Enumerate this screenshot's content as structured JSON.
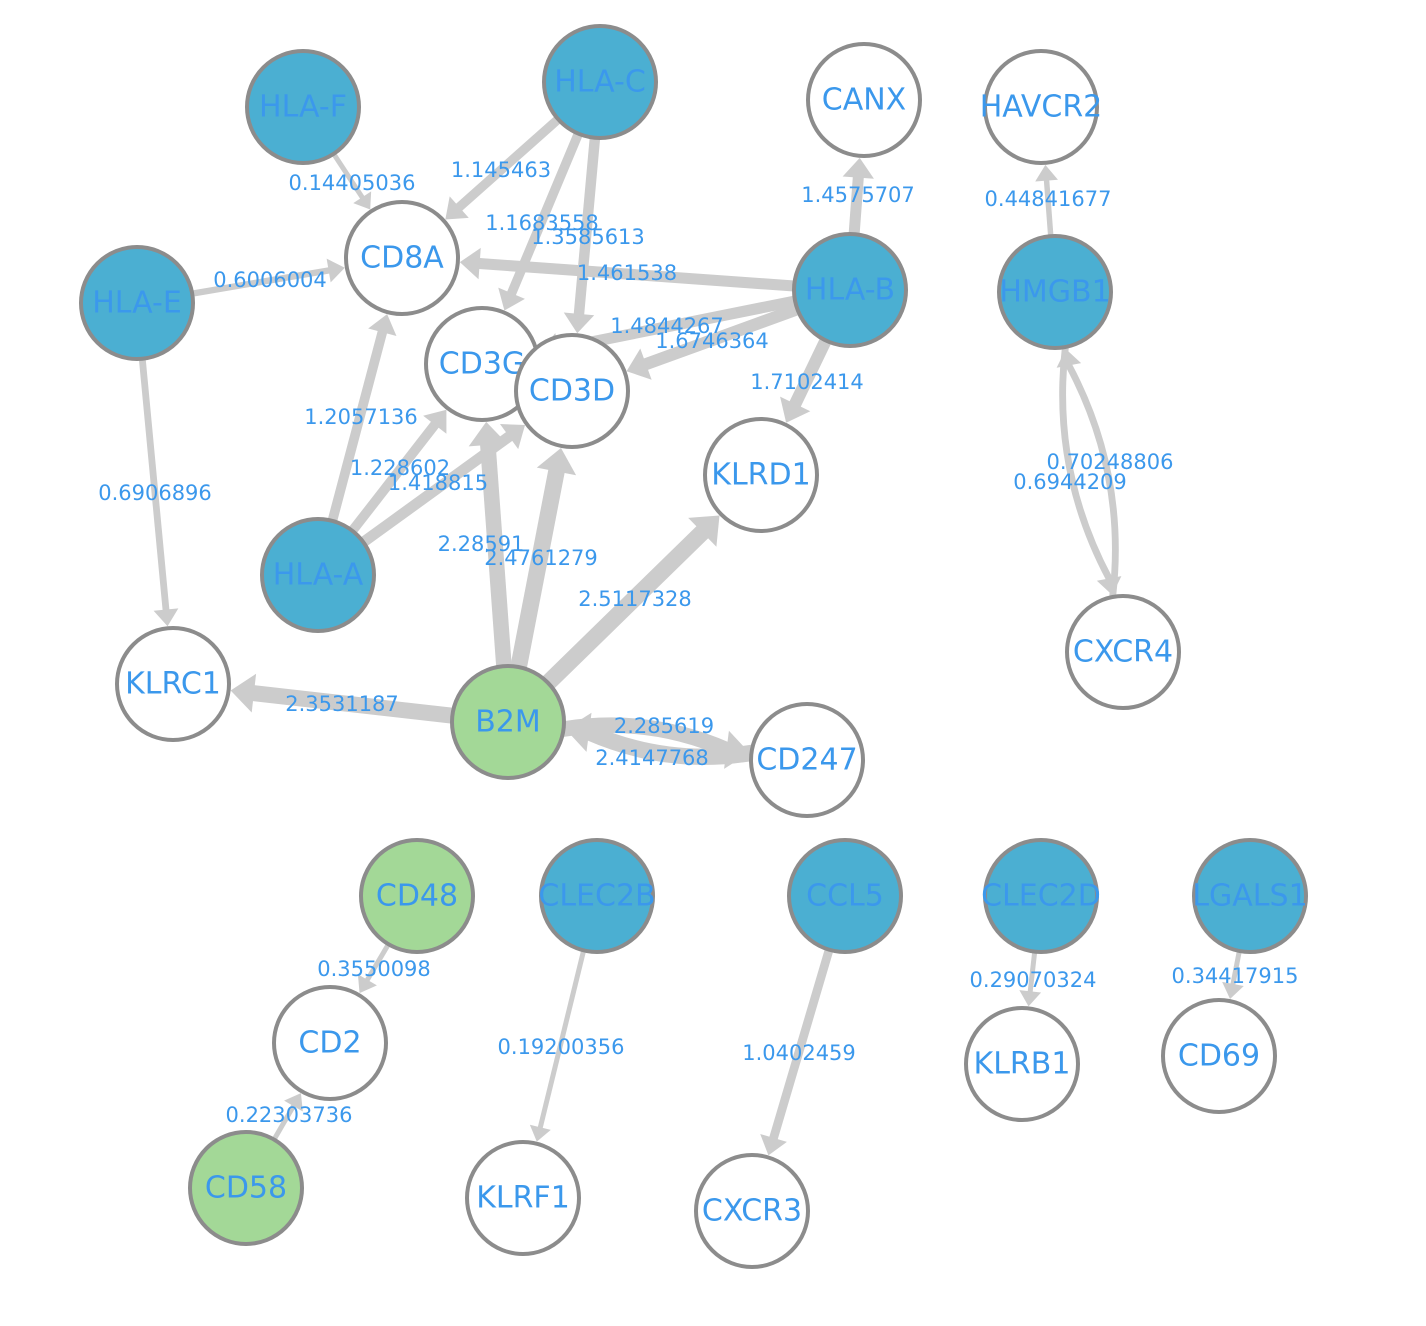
{
  "colors": {
    "source_node": "#4bafd2",
    "ligand_node": "#a3d897",
    "target_node": "#ffffff",
    "node_border": "#8c8c8c",
    "edge": "#cccccc",
    "label": "#3b98ec"
  },
  "nodes": [
    {
      "id": "HLA-F",
      "label": "HLA-F",
      "type": "source"
    },
    {
      "id": "HLA-C",
      "label": "HLA-C",
      "type": "source"
    },
    {
      "id": "CANX",
      "label": "CANX",
      "type": "target"
    },
    {
      "id": "HAVCR2",
      "label": "HAVCR2",
      "type": "target"
    },
    {
      "id": "CD8A",
      "label": "CD8A",
      "type": "target"
    },
    {
      "id": "HLA-E",
      "label": "HLA-E",
      "type": "source"
    },
    {
      "id": "HLA-B",
      "label": "HLA-B",
      "type": "source"
    },
    {
      "id": "HMGB1",
      "label": "HMGB1",
      "type": "source"
    },
    {
      "id": "CD3G",
      "label": "CD3G",
      "type": "target"
    },
    {
      "id": "CD3D",
      "label": "CD3D",
      "type": "target"
    },
    {
      "id": "KLRD1",
      "label": "KLRD1",
      "type": "target"
    },
    {
      "id": "HLA-A",
      "label": "HLA-A",
      "type": "source"
    },
    {
      "id": "CXCR4",
      "label": "CXCR4",
      "type": "target"
    },
    {
      "id": "KLRC1",
      "label": "KLRC1",
      "type": "target"
    },
    {
      "id": "B2M",
      "label": "B2M",
      "type": "ligand"
    },
    {
      "id": "CD247",
      "label": "CD247",
      "type": "target"
    },
    {
      "id": "CD48",
      "label": "CD48",
      "type": "ligand"
    },
    {
      "id": "CLEC2B",
      "label": "CLEC2B",
      "type": "source"
    },
    {
      "id": "CCL5",
      "label": "CCL5",
      "type": "source"
    },
    {
      "id": "CLEC2D",
      "label": "CLEC2D",
      "type": "source"
    },
    {
      "id": "LGALS1",
      "label": "LGALS1",
      "type": "source"
    },
    {
      "id": "CD2",
      "label": "CD2",
      "type": "target"
    },
    {
      "id": "KLRB1",
      "label": "KLRB1",
      "type": "target"
    },
    {
      "id": "CD69",
      "label": "CD69",
      "type": "target"
    },
    {
      "id": "KLRF1",
      "label": "KLRF1",
      "type": "target"
    },
    {
      "id": "CXCR3",
      "label": "CXCR3",
      "type": "target"
    },
    {
      "id": "CD58",
      "label": "CD58",
      "type": "ligand"
    }
  ],
  "edges": [
    {
      "source": "HLA-F",
      "target": "CD8A",
      "weight": 0.14405036,
      "label": "0.14405036"
    },
    {
      "source": "HLA-C",
      "target": "CD8A",
      "weight": 1.145463,
      "label": "1.145463"
    },
    {
      "source": "HLA-C",
      "target": "CD3G",
      "weight": 1.1683558,
      "label": "1.1683558"
    },
    {
      "source": "HLA-C",
      "target": "CD3D",
      "weight": 1.3585613,
      "label": "1.3585613"
    },
    {
      "source": "HLA-E",
      "target": "CD8A",
      "weight": 0.6006004,
      "label": "0.6006004"
    },
    {
      "source": "HLA-E",
      "target": "KLRC1",
      "weight": 0.6906896,
      "label": "0.6906896"
    },
    {
      "source": "HLA-B",
      "target": "CANX",
      "weight": 1.4575707,
      "label": "1.4575707"
    },
    {
      "source": "HLA-B",
      "target": "CD8A",
      "weight": 1.461538,
      "label": "1.461538"
    },
    {
      "source": "HLA-B",
      "target": "CD3G",
      "weight": 1.4844267,
      "label": "1.4844267"
    },
    {
      "source": "HLA-B",
      "target": "CD3D",
      "weight": 1.6746364,
      "label": "1.6746364"
    },
    {
      "source": "HLA-B",
      "target": "KLRD1",
      "weight": 1.7102414,
      "label": "1.7102414"
    },
    {
      "source": "HMGB1",
      "target": "HAVCR2",
      "weight": 0.44841677,
      "label": "0.44841677"
    },
    {
      "source": "HMGB1",
      "target": "CXCR4",
      "weight": 0.70248806,
      "label": "0.70248806"
    },
    {
      "source": "CXCR4",
      "target": "HMGB1",
      "weight": 0.6944209,
      "label": "0.6944209"
    },
    {
      "source": "HLA-A",
      "target": "CD8A",
      "weight": 1.2057136,
      "label": "1.2057136"
    },
    {
      "source": "HLA-A",
      "target": "CD3G",
      "weight": 1.228602,
      "label": "1.228602"
    },
    {
      "source": "HLA-A",
      "target": "CD3D",
      "weight": 1.418815,
      "label": "1.418815"
    },
    {
      "source": "B2M",
      "target": "CD3G",
      "weight": 2.28591,
      "label": "2.28591"
    },
    {
      "source": "B2M",
      "target": "CD3D",
      "weight": 2.4761279,
      "label": "2.4761279"
    },
    {
      "source": "B2M",
      "target": "KLRD1",
      "weight": 2.5117328,
      "label": "2.5117328"
    },
    {
      "source": "B2M",
      "target": "KLRC1",
      "weight": 2.3531187,
      "label": "2.3531187"
    },
    {
      "source": "B2M",
      "target": "CD247",
      "weight": 2.285619,
      "label": "2.285619"
    },
    {
      "source": "CD247",
      "target": "B2M",
      "weight": 2.4147768,
      "label": "2.4147768"
    },
    {
      "source": "CD48",
      "target": "CD2",
      "weight": 0.3550098,
      "label": "0.3550098"
    },
    {
      "source": "CD58",
      "target": "CD2",
      "weight": 0.22303736,
      "label": "0.22303736"
    },
    {
      "source": "CLEC2B",
      "target": "KLRF1",
      "weight": 0.19200356,
      "label": "0.19200356"
    },
    {
      "source": "CCL5",
      "target": "CXCR3",
      "weight": 1.0402459,
      "label": "1.0402459"
    },
    {
      "source": "CLEC2D",
      "target": "KLRB1",
      "weight": 0.29070324,
      "label": "0.29070324"
    },
    {
      "source": "LGALS1",
      "target": "CD69",
      "weight": 0.34417915,
      "label": "0.34417915"
    }
  ]
}
